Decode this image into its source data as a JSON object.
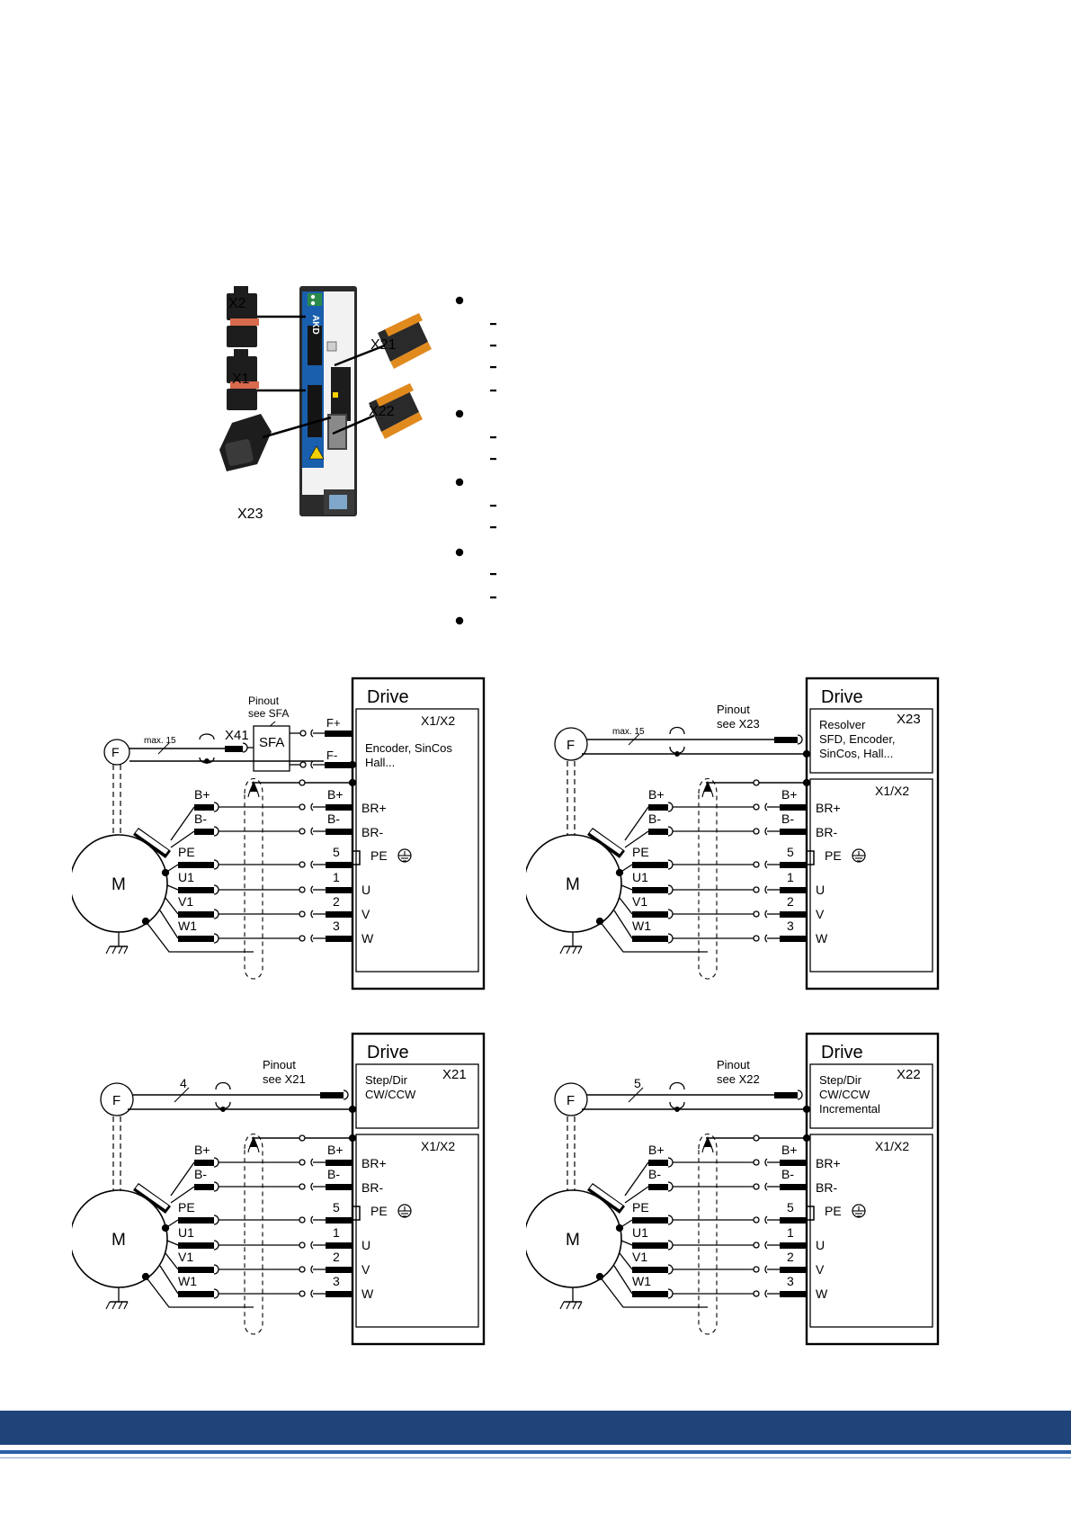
{
  "product_photo": {
    "connector_labels": {
      "x1": "X1",
      "x2": "X2",
      "x21": "X21",
      "x22": "X22",
      "x23": "X23"
    },
    "drive_brand": "AKD",
    "bullet_list": [
      {
        "kind": "bullet",
        "text": ""
      },
      {
        "kind": "dash",
        "text": ""
      },
      {
        "kind": "dash",
        "text": ""
      },
      {
        "kind": "dash",
        "text": ""
      },
      {
        "kind": "dash",
        "text": ""
      },
      {
        "kind": "bullet",
        "text": ""
      },
      {
        "kind": "dash",
        "text": ""
      },
      {
        "kind": "dash",
        "text": ""
      },
      {
        "kind": "bullet",
        "text": ""
      },
      {
        "kind": "dash",
        "text": ""
      },
      {
        "kind": "dash",
        "text": ""
      },
      {
        "kind": "bullet",
        "text": ""
      },
      {
        "kind": "dash",
        "text": ""
      },
      {
        "kind": "dash",
        "text": ""
      },
      {
        "kind": "bullet",
        "text": ""
      }
    ]
  },
  "common": {
    "drive_title": "Drive",
    "main_connector": "X1/X2",
    "motor_label": "M",
    "feedback_label": "F",
    "brake_motor_pins": [
      "B+",
      "B-"
    ],
    "brake_drive_pins": [
      "B+",
      "B-"
    ],
    "brake_drive_signals": [
      "BR+",
      "BR-"
    ],
    "pe_pin_number": "5",
    "pe_drive_signal": "PE",
    "motor_phase_pins": [
      "PE",
      "U1",
      "V1",
      "W1"
    ],
    "phase_pin_numbers": [
      "1",
      "2",
      "3"
    ],
    "phase_drive_signals": [
      "U",
      "V",
      "W"
    ]
  },
  "diagrams": [
    {
      "id": "sfa",
      "pinout_line1": "Pinout",
      "pinout_line2": "see SFA",
      "cable_marker": "max. 15",
      "adapter_connector": "X41",
      "adapter_name": "SFA",
      "adapter_pins": [
        "F+",
        "F-"
      ],
      "fb_lines": [
        "Encoder, SinCos",
        "Hall..."
      ]
    },
    {
      "id": "x23",
      "pinout_line1": "Pinout",
      "pinout_line2": "see X23",
      "cable_marker": "max. 15",
      "fb_connector": "X23",
      "fb_lines": [
        "Resolver",
        "SFD, Encoder,",
        "SinCos, Hall..."
      ]
    },
    {
      "id": "x21",
      "pinout_line1": "Pinout",
      "pinout_line2": "see X21",
      "cable_marker": "4",
      "fb_connector": "X21",
      "fb_lines": [
        "Step/Dir",
        "CW/CCW"
      ]
    },
    {
      "id": "x22",
      "pinout_line1": "Pinout",
      "pinout_line2": "see X22",
      "cable_marker": "5",
      "fb_connector": "X22",
      "fb_lines": [
        "Step/Dir",
        "CW/CCW",
        "Incremental"
      ]
    }
  ],
  "colors": {
    "footer_band": "#1f4479",
    "footer_line": "#2a5ea6",
    "connector_orange": "#e08a1e",
    "drive_blue": "#1a5fae"
  }
}
